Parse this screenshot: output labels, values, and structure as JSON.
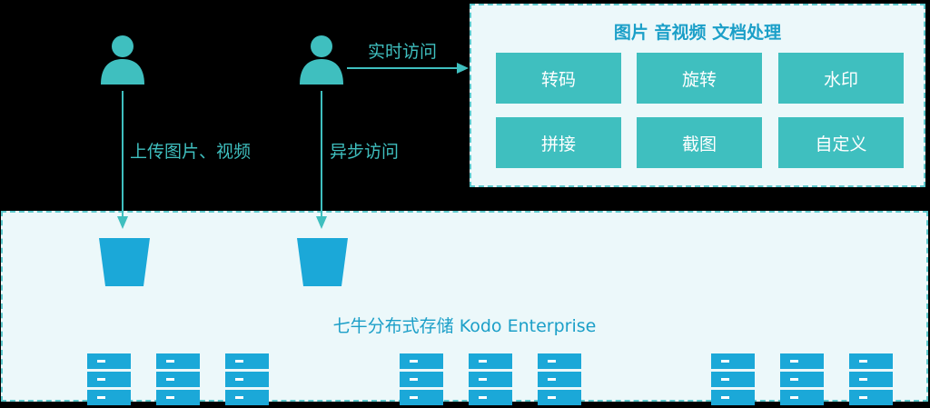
{
  "processing": {
    "title": "图片 音视频 文档处理",
    "tiles": [
      "转码",
      "旋转",
      "水印",
      "拼接",
      "截图",
      "自定义"
    ]
  },
  "storage": {
    "title": "七牛分布式存储 Kodo Enterprise"
  },
  "edges": {
    "upload": "上传图片、视频",
    "async_access": "异步访问",
    "realtime_access": "实时访问"
  },
  "colors": {
    "teal": "#3FBFBF",
    "blue": "#1BA8D8",
    "panel_bg": "#ECF8FA",
    "dashed_border": "#5CC8CC",
    "title_blue": "#1B9FC8"
  },
  "icons": [
    "user-icon",
    "bucket-icon",
    "server-icon"
  ]
}
